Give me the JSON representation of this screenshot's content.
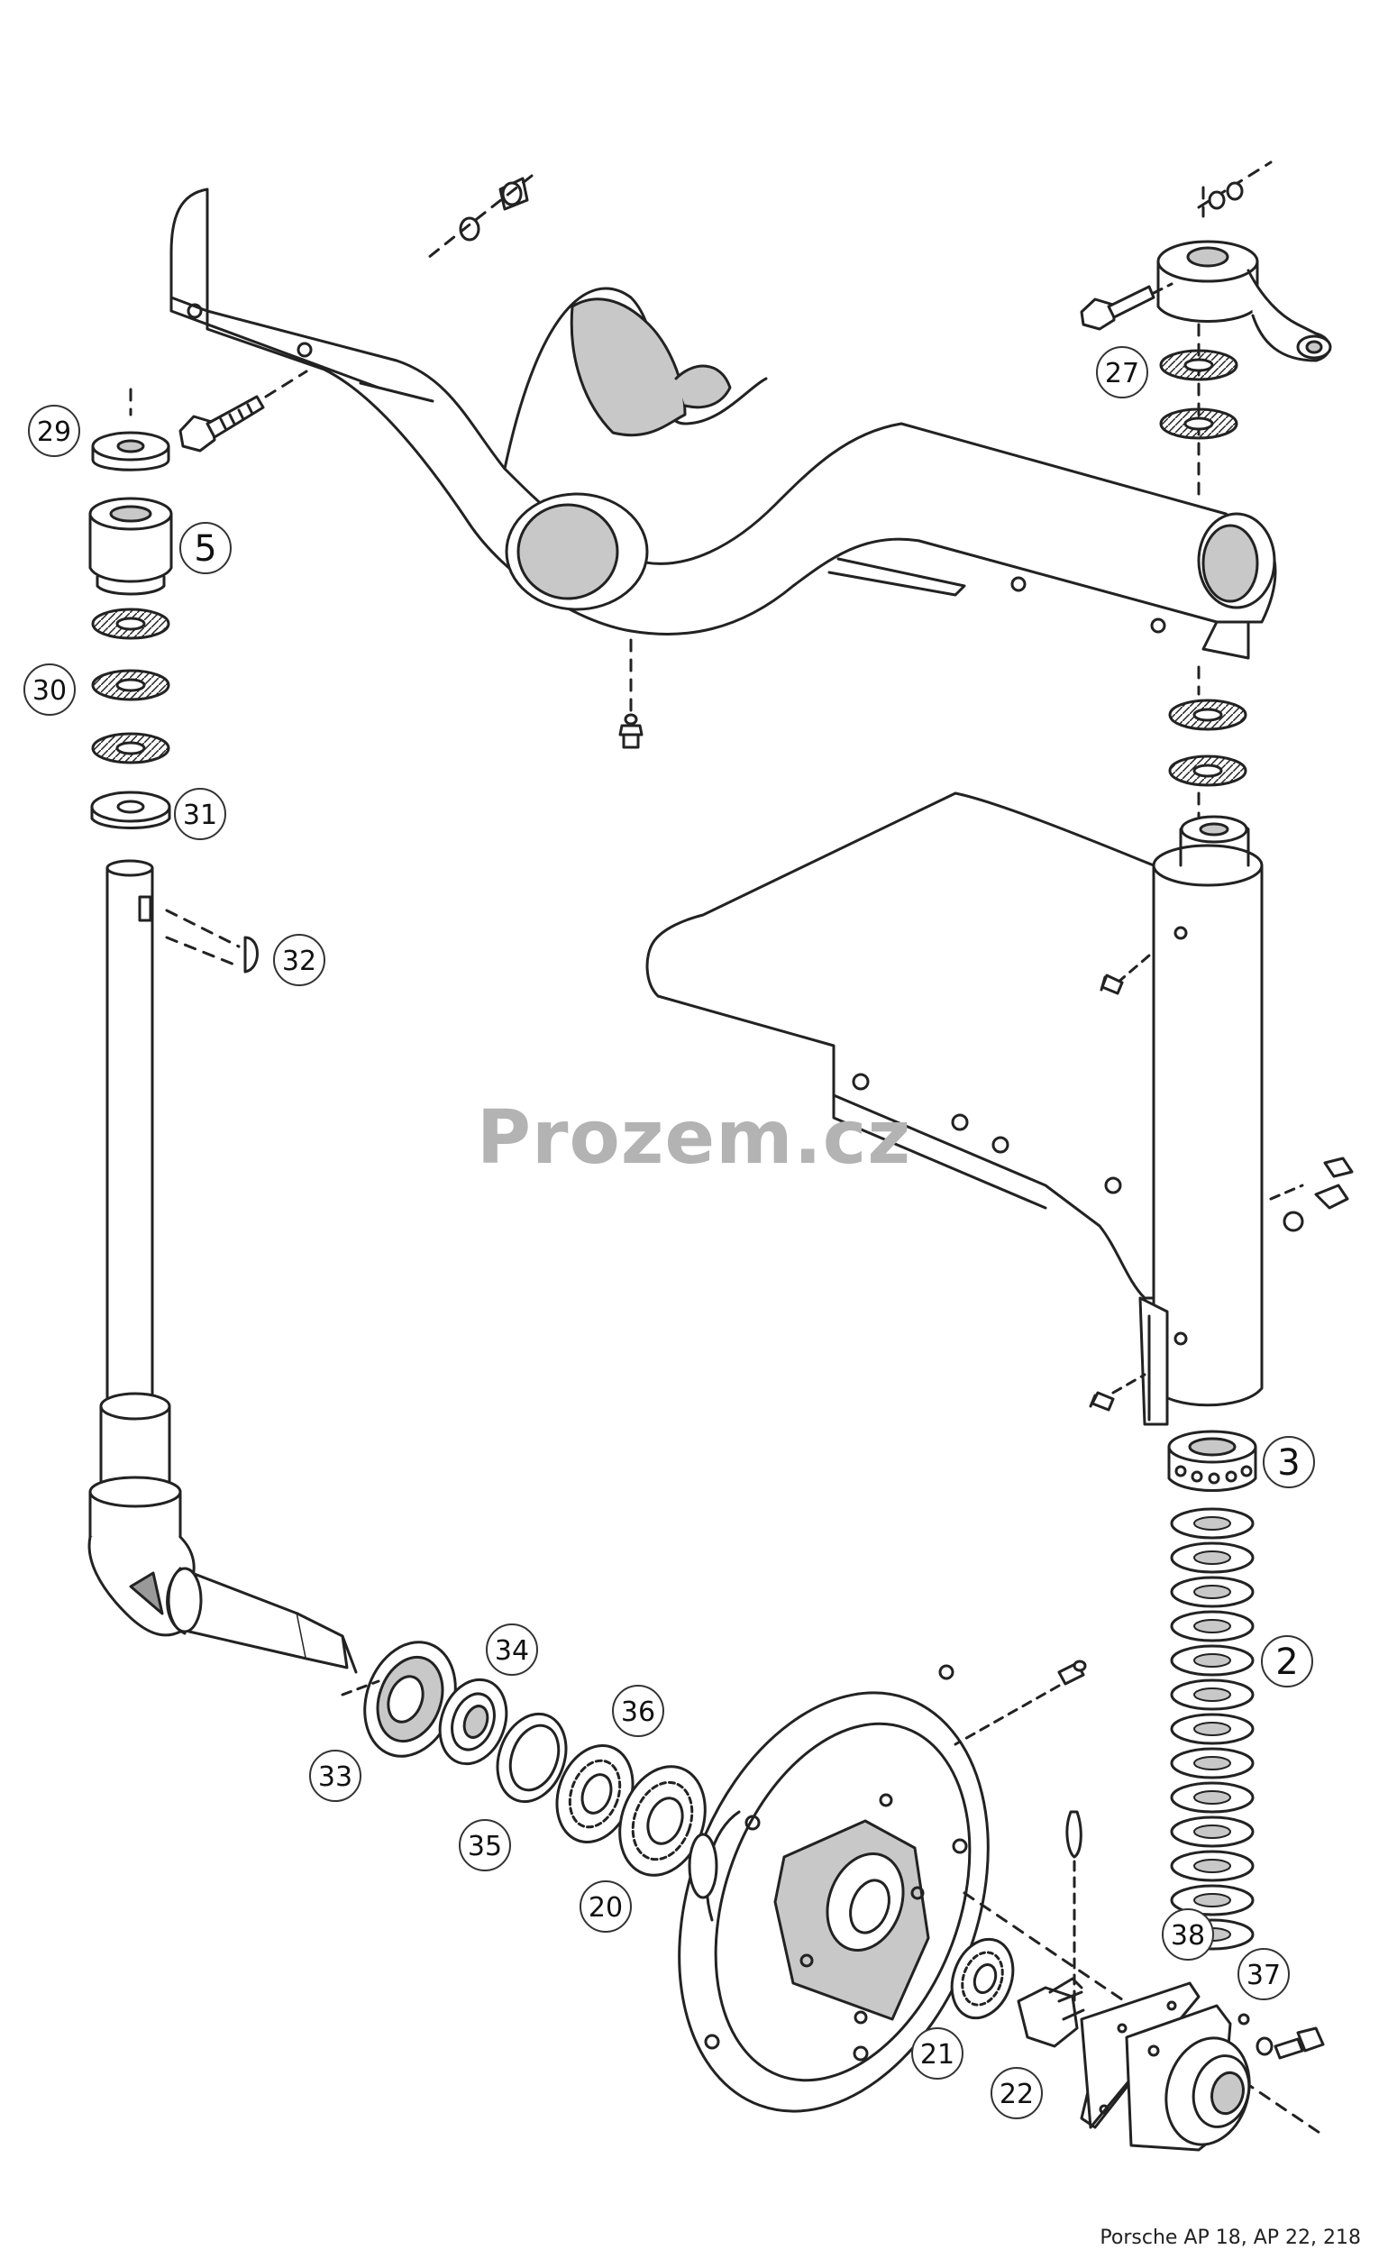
{
  "watermark": "Prozem.cz",
  "caption": "Porsche AP 18, AP 22, 218",
  "callouts": [
    {
      "id": "29",
      "big": false
    },
    {
      "id": "5",
      "big": true
    },
    {
      "id": "30",
      "big": false
    },
    {
      "id": "31",
      "big": false
    },
    {
      "id": "32",
      "big": false
    },
    {
      "id": "27",
      "big": false
    },
    {
      "id": "3",
      "big": true
    },
    {
      "id": "2",
      "big": true
    },
    {
      "id": "34",
      "big": false
    },
    {
      "id": "33",
      "big": false
    },
    {
      "id": "36",
      "big": false
    },
    {
      "id": "35",
      "big": false
    },
    {
      "id": "20",
      "big": false
    },
    {
      "id": "21",
      "big": false
    },
    {
      "id": "22",
      "big": false
    },
    {
      "id": "38",
      "big": false
    },
    {
      "id": "37",
      "big": false
    }
  ]
}
